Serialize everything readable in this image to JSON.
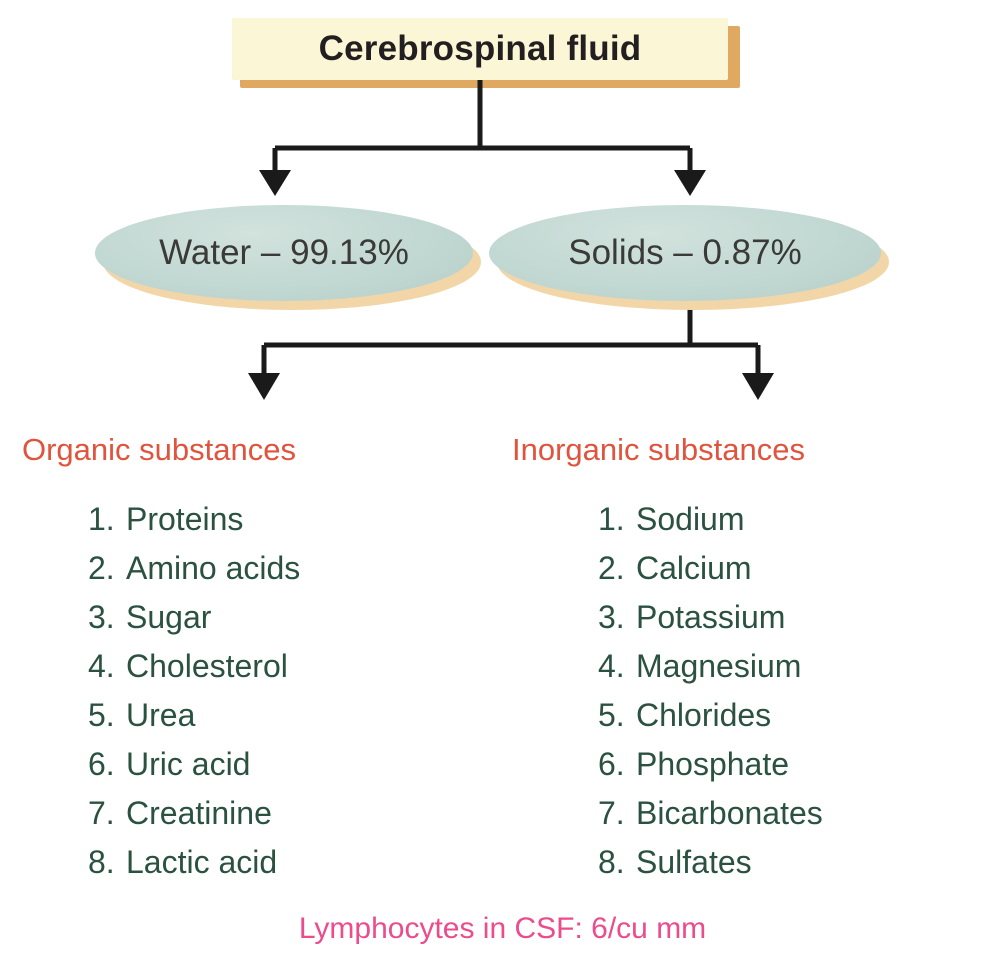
{
  "diagram": {
    "title": "Cerebrospinal fluid",
    "branches": [
      {
        "label": "Water – 99.13%"
      },
      {
        "label": "Solids – 0.87%"
      }
    ],
    "categories": [
      {
        "heading": "Organic substances",
        "items": [
          {
            "num": "1.",
            "text": "Proteins"
          },
          {
            "num": "2.",
            "text": "Amino acids"
          },
          {
            "num": "3.",
            "text": "Sugar"
          },
          {
            "num": "4.",
            "text": "Cholesterol"
          },
          {
            "num": "5.",
            "text": "Urea"
          },
          {
            "num": "6.",
            "text": "Uric acid"
          },
          {
            "num": "7.",
            "text": "Creatinine"
          },
          {
            "num": "8.",
            "text": "Lactic acid"
          }
        ]
      },
      {
        "heading": "Inorganic substances",
        "items": [
          {
            "num": "1.",
            "text": "Sodium"
          },
          {
            "num": "2.",
            "text": "Calcium"
          },
          {
            "num": "3.",
            "text": "Potassium"
          },
          {
            "num": "4.",
            "text": "Magnesium"
          },
          {
            "num": "5.",
            "text": "Chlorides"
          },
          {
            "num": "6.",
            "text": "Phosphate"
          },
          {
            "num": "7.",
            "text": "Bicarbonates"
          },
          {
            "num": "8.",
            "text": "Sulfates"
          }
        ]
      }
    ],
    "footnote": "Lymphocytes in CSF: 6/cu mm",
    "colors": {
      "title_fill": "#faf6d6",
      "title_shadow": "#e0a961",
      "ellipse_fill": "#c2d8d2",
      "ellipse_shadow": "#f2d6a8",
      "heading_text": "#e0533d",
      "list_text": "#2b5240",
      "footnote_text": "#ec4b8c",
      "connector": "#1a1a1a",
      "background": "#ffffff"
    }
  }
}
